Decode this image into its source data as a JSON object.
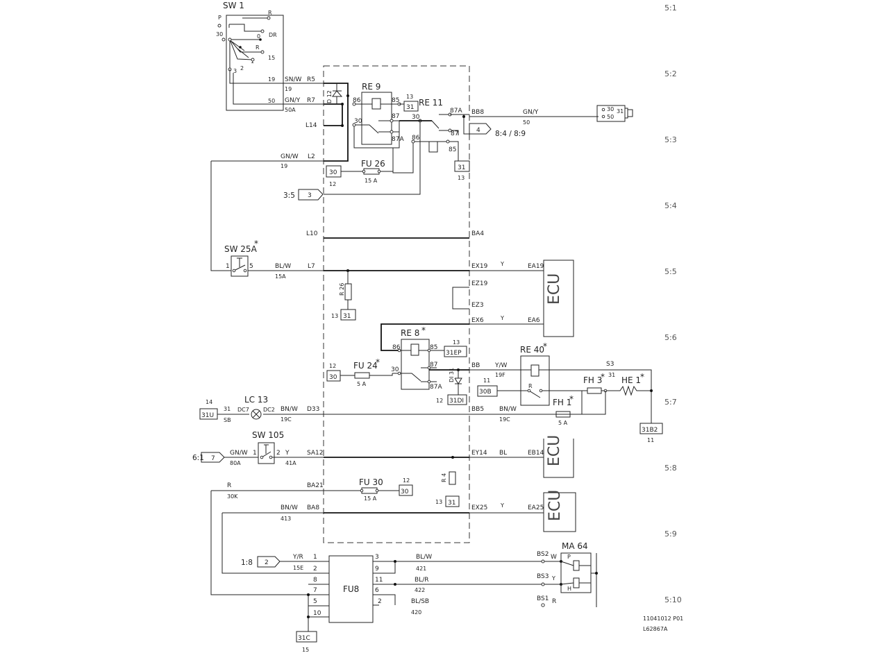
{
  "components": {
    "sw1": "SW 1",
    "re9": "RE 9",
    "re11": "RE 11",
    "re8": "RE 8",
    "re8_star": "*",
    "re40": "RE 40",
    "re40_star": "*",
    "fu26": "FU 26",
    "fu26_rating": "15 A",
    "fu24": "FU 24",
    "fu24_star": "*",
    "fu24_rating": "5 A",
    "fu30": "FU 30",
    "fu30_rating": "15 A",
    "fu8": "FU8",
    "sw25a": "SW 25A",
    "sw25a_star": "*",
    "sw105": "SW 105",
    "lc13": "LC 13",
    "ma64": "MA 64",
    "fh3": "FH 3",
    "fh3_star": "*",
    "fh1": "FH 1",
    "fh1_star": "*",
    "he1": "HE 1",
    "he1_star": "*",
    "fh1_rating": "5 A",
    "r26": "R 26",
    "r4": "R 4",
    "d12": "D 12",
    "di31": "DI 31",
    "ecu": "ECU"
  },
  "sheet_refs": [
    "5:1",
    "5:2",
    "5:3",
    "5:4",
    "5:5",
    "5:6",
    "5:7",
    "5:8",
    "5:9",
    "5:10"
  ],
  "footer": {
    "doc_number": "11041012 P01",
    "drawing_id": "L62867A"
  },
  "sw1_pins": {
    "p": "P",
    "r_top": "R",
    "p30": "30",
    "p0": "0",
    "dr": "DR",
    "r_mid": "R",
    "p15": "15",
    "p1": "1",
    "p2": "2",
    "p3": "3",
    "p19": "19",
    "p50": "50"
  },
  "wires": {
    "r5_color": "SN/W",
    "r5_num": "19",
    "r5_pin": "R5",
    "r7_color": "GN/Y",
    "r7_num": "50A",
    "r7_pin": "R7",
    "l14_pin": "L14",
    "l2_color": "GN/W",
    "l2_num": "19",
    "l2_pin": "L2",
    "bb8_pin": "BB8",
    "bb8_color": "GN/Y",
    "bb8_num": "50",
    "l10_pin": "L10",
    "ba4_pin": "BA4",
    "l7_color": "BL/W",
    "l7_num": "15A",
    "l7_pin": "L7",
    "ex19_pin": "EX19",
    "ex19_color": "Y",
    "ea19_pin": "EA19",
    "ez19_pin": "EZ19",
    "ez3_pin": "EZ3",
    "ex6_pin": "EX6",
    "ex6_color": "Y",
    "ea6_pin": "EA6",
    "bb_pin": "BB",
    "bb_color": "Y/W",
    "bb_num": "19F",
    "s3": "S3",
    "n31": "31",
    "d33_pin": "D33",
    "d33_color": "BN/W",
    "d33_num": "19C",
    "bb5_pin": "BB5",
    "bb5_color": "BN/W",
    "bb5_num": "19C",
    "lc_left_num": "14",
    "lc_31": "31",
    "lc_sb": "SB",
    "lc_dc7": "DC7",
    "lc_dc2": "DC2",
    "sa12_pin": "SA12",
    "sw105_in_color": "GN/W",
    "sw105_in_num": "80A",
    "sw105_p1": "1",
    "sw105_p2": "2",
    "sw105_out_color": "Y",
    "sw105_out_num": "41A",
    "ey14_pin": "EY14",
    "ey14_color": "BL",
    "eb14_pin": "EB14",
    "ba21_color": "R",
    "ba21_num": "30K",
    "ba21_pin": "BA21",
    "ba8_color": "BN/W",
    "ba8_num": "413",
    "ba8_pin": "BA8",
    "ex25_pin": "EX25",
    "ex25_color": "Y",
    "ea25_pin": "EA25",
    "sw25a_p1": "1",
    "sw25a_p5": "5",
    "re11_87a": "87A",
    "re11_30": "30",
    "re11_87": "87",
    "re11_86": "86",
    "re11_85": "85",
    "re9_86": "86",
    "re9_85": "85",
    "re9_30": "30",
    "re9_87": "87",
    "re9_87a": "87A",
    "re8_86": "86",
    "re8_85": "85",
    "re8_30": "30",
    "re8_87": "87",
    "re8_87a": "87A",
    "re40_r": "R"
  },
  "terminals": {
    "t31_re9_num": "13",
    "t31_re9": "31",
    "t30_fu26": "30",
    "t30_fu26_num": "12",
    "t31_re11": "31",
    "t31_re11_num": "13",
    "t3": "3",
    "t3_ref": "3:5",
    "t4": "4",
    "t4_ref": "8:4 / 8:9",
    "t31_r26": "31",
    "t31_r26_num": "13",
    "t31ep_num": "13",
    "t31ep": "31EP",
    "t30_fu24_num": "12",
    "t30_fu24": "30",
    "t31di_num": "12",
    "t31di": "31DI",
    "t30b_num": "11",
    "t30b": "30B",
    "t31u": "31U",
    "t7": "7",
    "t7_ref": "6:1",
    "t31b2": "31B2",
    "t31b2_num": "11",
    "t30_fu30_num": "12",
    "t30_fu30": "30",
    "t31_mid_num": "13",
    "t31_mid": "31",
    "t2": "2",
    "t2_ref": "1:8",
    "t31c": "31C",
    "t31c_num": "15",
    "ign_30": "30",
    "ign_50": "50",
    "ign_31": "31"
  },
  "fu8": {
    "left_pins": [
      "1",
      "2",
      "8",
      "7",
      "5",
      "10"
    ],
    "right_pins": [
      "3",
      "9",
      "11",
      "6",
      "2"
    ],
    "in_color": "Y/R",
    "in_num": "15E"
  },
  "ma64": {
    "bs2": "BS2",
    "bs2_color": "W",
    "bs3": "BS3",
    "bs3_color": "Y",
    "bs1": "BS1",
    "bs1_color": "R",
    "w421_color": "BL/W",
    "w421_num": "421",
    "w422_color": "BL/R",
    "w422_num": "422",
    "w420_color": "BL/SB",
    "w420_num": "420",
    "p": "P",
    "h": "H"
  }
}
